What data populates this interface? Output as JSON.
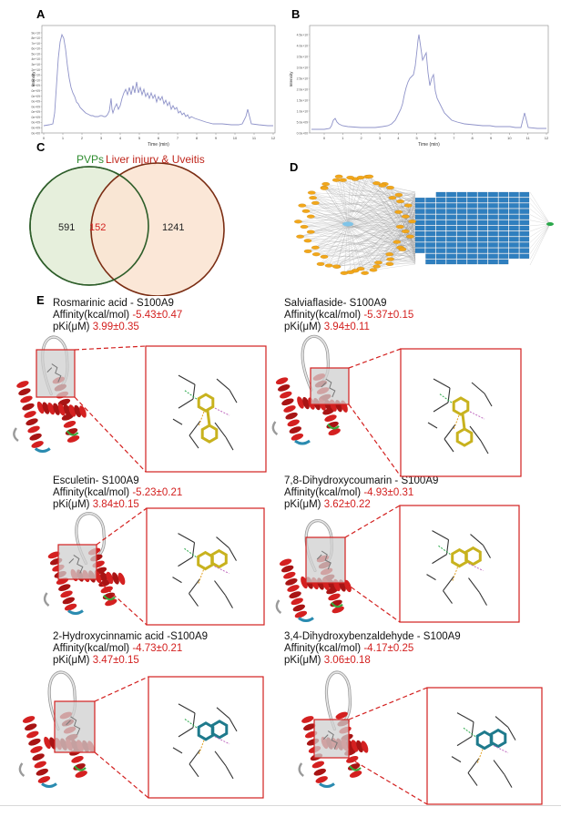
{
  "panels": {
    "a": {
      "letter": "A"
    },
    "b": {
      "letter": "B"
    },
    "c": {
      "letter": "C"
    },
    "d": {
      "letter": "D"
    },
    "e": {
      "letter": "E"
    }
  },
  "chromA": {
    "xlabel": "Time (min)",
    "ylabel": "Intensity",
    "ticks": [
      "0",
      "1",
      "2",
      "3",
      "4",
      "5",
      "6",
      "7",
      "8",
      "9",
      "10",
      "11",
      "12"
    ],
    "yticks": [
      "1.9e+10",
      "1.8e+10",
      "1.7e+10",
      "1.6e+10",
      "1.5e+10",
      "1.4e+10",
      "1.3e+10",
      "1.2e+10",
      "1.1e+10",
      "1.0e+10",
      "9.0e+09",
      "8.0e+09",
      "7.0e+09",
      "6.0e+09",
      "5.0e+09",
      "4.0e+09",
      "3.0e+09",
      "2.0e+09",
      "1.0e+09",
      "0.0e+00"
    ]
  },
  "chromB": {
    "xlabel": "Time (min)",
    "ylabel": "Intensity",
    "ticks": [
      "0",
      "1",
      "2",
      "3",
      "4",
      "5",
      "6",
      "7",
      "8",
      "9",
      "10",
      "11",
      "12"
    ],
    "yticks": [
      "4.5e+10",
      "4.0e+10",
      "3.5e+10",
      "3.0e+10",
      "2.5e+10",
      "2.0e+10",
      "1.5e+10",
      "1.0e+10",
      "5.0e+09",
      "0.0e+00"
    ]
  },
  "venn": {
    "left_label": "PVPs",
    "right_label": "Liver injury & Uveitis",
    "left_only": "591",
    "overlap": "152",
    "right_only": "1241",
    "colors": {
      "left_stroke": "#2e5e2a",
      "right_stroke": "#7a2c12",
      "right_fill": "#fbe4d3",
      "left_fill": "#e6efdc",
      "overlap_text": "#d3201f",
      "left_label_color": "#2e8b2e",
      "right_label_color": "#c0261c"
    }
  },
  "docking": [
    {
      "name": "Rosmarinic acid - S100A9",
      "affinity_label": "Affinity(kcal/mol)",
      "affinity": "-5.43±0.47",
      "pki_label": "pKi(μM)",
      "pki": "3.99±0.35"
    },
    {
      "name": "Salviaflaside- S100A9",
      "affinity_label": "Affinity(kcal/mol)",
      "affinity": "-5.37±0.15",
      "pki_label": "pKi(μM)",
      "pki": "3.94±0.11"
    },
    {
      "name": "Esculetin- S100A9",
      "affinity_label": "Affinity(kcal/mol)",
      "affinity": "-5.23±0.21",
      "pki_label": "pKi(μM)",
      "pki": "3.84±0.15"
    },
    {
      "name": "7,8-Dihydroxycoumarin - S100A9",
      "affinity_label": "Affinity(kcal/mol)",
      "affinity": "-4.93±0.31",
      "pki_label": "pKi(μM)",
      "pki": "3.62±0.22"
    },
    {
      "name": "2-Hydroxycinnamic acid -S100A9",
      "affinity_label": "Affinity(kcal/mol)",
      "affinity": "-4.73±0.21",
      "pki_label": "pKi(μM)",
      "pki": "3.47±0.15"
    },
    {
      "name": "3,4-Dihydroxybenzaldehyde - S100A9",
      "affinity_label": "Affinity(kcal/mol)",
      "affinity": "-4.17±0.25",
      "pki_label": "pKi(μM)",
      "pki": "3.06±0.18"
    }
  ],
  "colors": {
    "protein": "#cc1c1c",
    "zoom_box": "#d3201f",
    "network_node": "#f2a71b",
    "network_block": "#2f7fbf",
    "trace": "#8f93c9"
  }
}
